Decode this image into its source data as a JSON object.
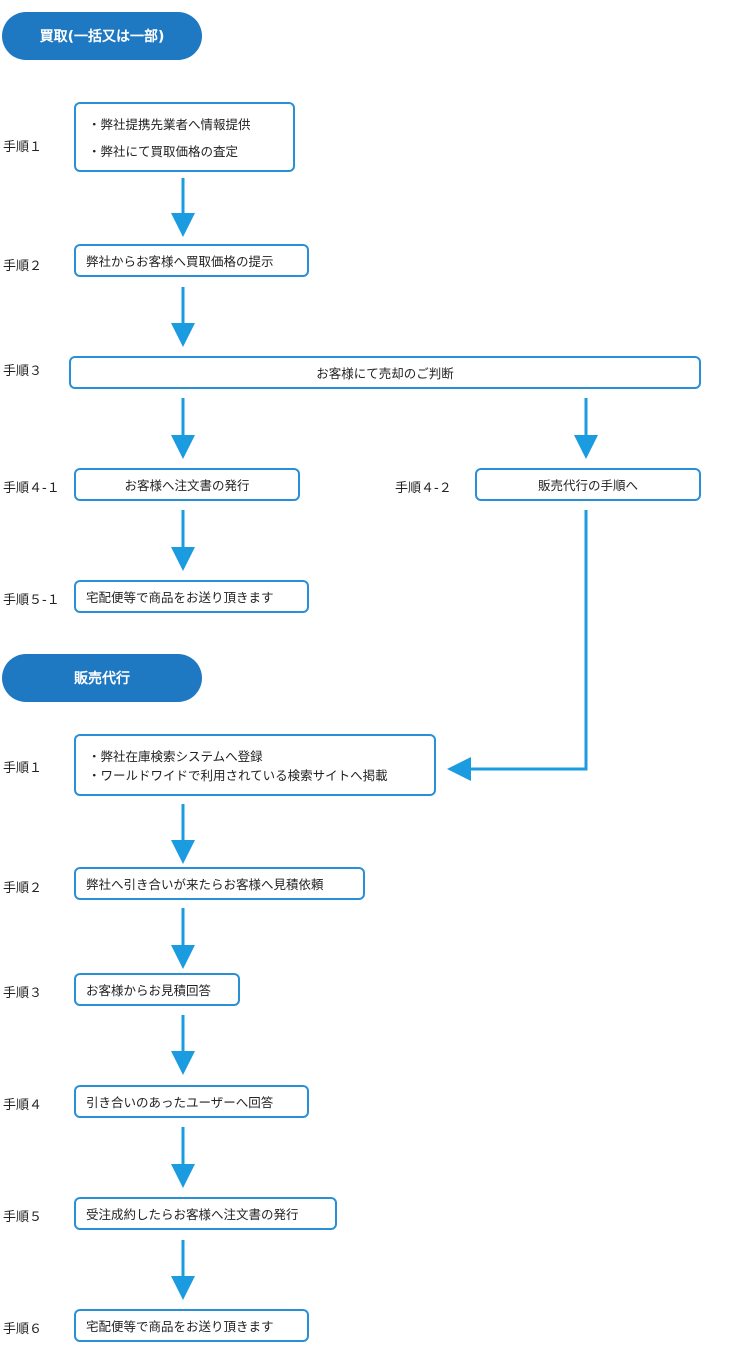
{
  "sections": {
    "purchase": {
      "title": "買取(一括又は一部)"
    },
    "consignment": {
      "title": "販売代行"
    }
  },
  "purchase": {
    "step1": {
      "label": "手順１",
      "lines": [
        "・弊社提携先業者へ情報提供",
        "・弊社にて買取価格の査定"
      ]
    },
    "step2": {
      "label": "手順２",
      "text": "弊社からお客様へ買取価格の提示"
    },
    "step3": {
      "label": "手順３",
      "text": "お客様にて売却のご判断"
    },
    "step4_1": {
      "label": "手順４-１",
      "text": "お客様へ注文書の発行"
    },
    "step4_2": {
      "label": "手順４-２",
      "text": "販売代行の手順へ"
    },
    "step5_1": {
      "label": "手順５-１",
      "text": "宅配便等で商品をお送り頂きます"
    }
  },
  "consignment": {
    "step1": {
      "label": "手順１",
      "lines": [
        "・弊社在庫検索システムへ登録",
        "・ワールドワイドで利用されている検索サイトへ掲載"
      ]
    },
    "step2": {
      "label": "手順２",
      "text": "弊社へ引き合いが来たらお客様へ見積依頼"
    },
    "step3": {
      "label": "手順３",
      "text": "お客様からお見積回答"
    },
    "step4": {
      "label": "手順４",
      "text": "引き合いのあったユーザーへ回答"
    },
    "step5": {
      "label": "手順５",
      "text": "受注成約したらお客様へ注文書の発行"
    },
    "step6": {
      "label": "手順６",
      "text": "宅配便等で商品をお送り頂きます"
    }
  },
  "colors": {
    "accent": "#1e78c2",
    "border": "#2a90d6",
    "arrow": "#1b9be0"
  }
}
